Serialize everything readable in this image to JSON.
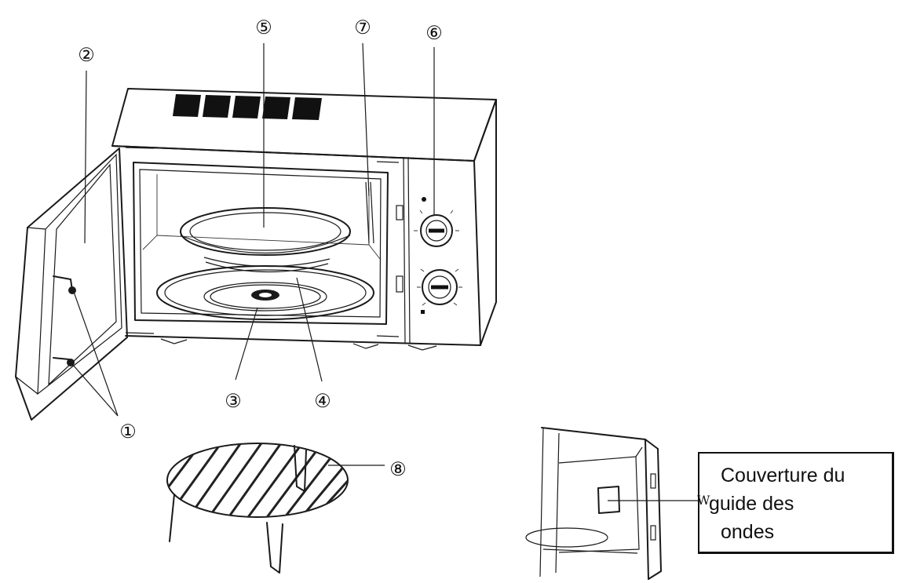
{
  "callouts": {
    "c1": "①",
    "c2": "②",
    "c3": "③",
    "c4": "④",
    "c5": "⑤",
    "c6": "⑥",
    "c7": "⑦",
    "c8": "⑧"
  },
  "inset": {
    "marker": "W",
    "caption_lines": [
      "Couverture du",
      "guide des",
      "ondes"
    ]
  }
}
